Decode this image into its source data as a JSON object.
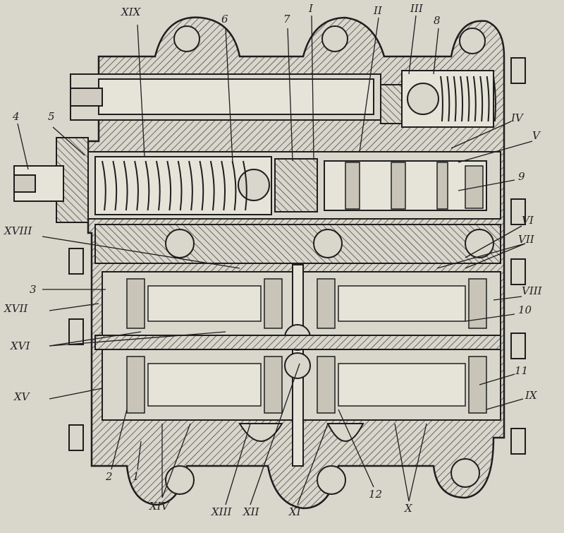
{
  "figure": {
    "labels": {
      "l1": "1",
      "l2": "2",
      "l3": "3",
      "l4": "4",
      "l5": "5",
      "l6": "6",
      "l7": "7",
      "l8": "8",
      "l9": "9",
      "l10": "10",
      "l11": "11",
      "l12": "12",
      "rI": "I",
      "rII": "II",
      "rIII": "III",
      "rIV": "IV",
      "rV": "V",
      "rVI": "VI",
      "rVII": "VII",
      "rVIII": "VIII",
      "rIX": "IX",
      "rX": "X",
      "rXI": "XI",
      "rXII": "XII",
      "rXIII": "XIII",
      "rXIV": "XIV",
      "rXV": "XV",
      "rXVI": "XVI",
      "rXVII": "XVII",
      "rXVIII": "XVIII",
      "rXIX": "XIX"
    },
    "colors": {
      "ink": "#1e1e1e",
      "paper": "#d9d6cc",
      "hatch": "#3a3a3a"
    }
  }
}
